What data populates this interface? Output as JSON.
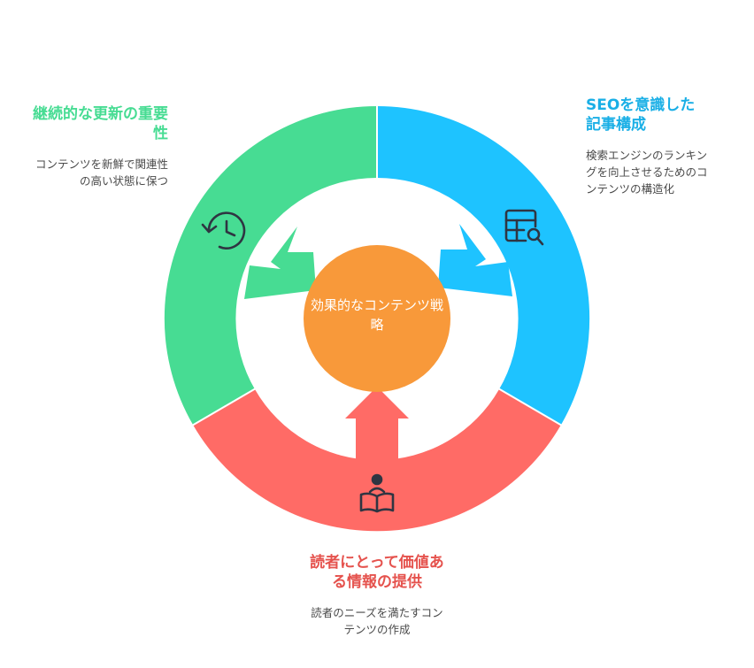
{
  "center": {
    "text": "効果的なコンテンツ戦略"
  },
  "segments": {
    "left": {
      "title": "継続的な更新の重要性",
      "desc": "コンテンツを新鮮で関連性の高い状態に保つ",
      "icon": "clock-refresh-icon"
    },
    "right": {
      "title": "SEOを意識した記事構成",
      "desc": "検索エンジンのランキングを向上させるためのコンテンツの構造化",
      "icon": "table-search-icon"
    },
    "bottom": {
      "title": "読者にとって価値ある情報の提供",
      "desc": "読者のニーズを満たすコンテンツの作成",
      "icon": "reader-book-icon"
    }
  },
  "colors": {
    "green": "#47DC93",
    "blue": "#1EC3FF",
    "red": "#FF6B66",
    "orange": "#F8993A",
    "icon": "#2f3542"
  }
}
